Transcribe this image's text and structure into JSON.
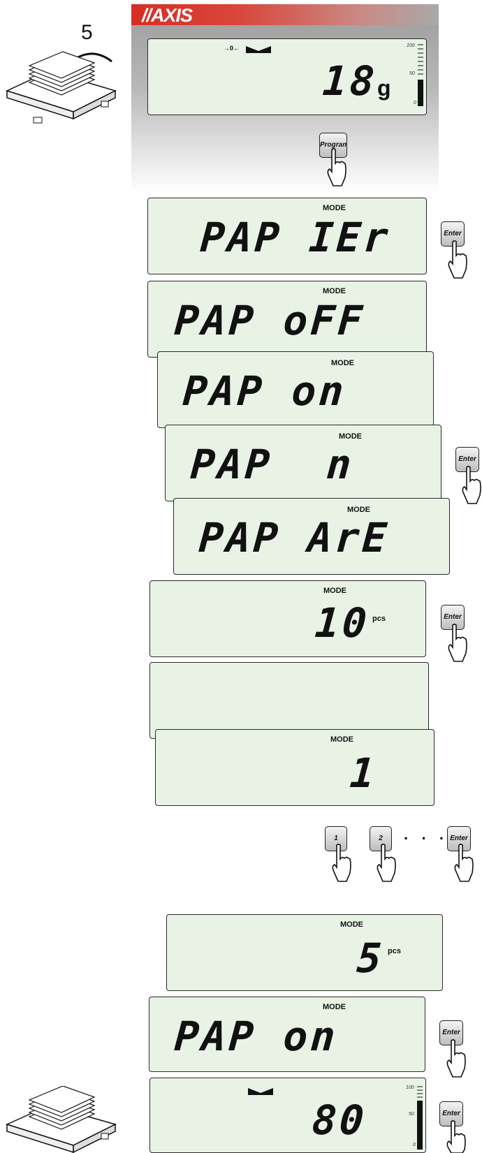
{
  "brand": "//AXIS",
  "step_number": "5",
  "top_display": {
    "zero_symbol": "→0←",
    "value": "18",
    "unit": "g",
    "bar_labels": [
      "100",
      "50",
      "0"
    ]
  },
  "keys": {
    "program": "Program",
    "enter": "Enter",
    "one": "1",
    "two": "2",
    "dots": "· · ·"
  },
  "displays": [
    {
      "mode": "MODE",
      "text": "PAP IEr"
    },
    {
      "mode": "MODE",
      "text": "PAP oFF"
    },
    {
      "mode": "MODE",
      "text": "PAP on"
    },
    {
      "mode": "MODE",
      "text": "PAP  n"
    },
    {
      "mode": "MODE",
      "text": "PAP ArE"
    },
    {
      "mode": "MODE",
      "text": "10",
      "unit": "pcs"
    },
    {
      "mode": "",
      "text": "_"
    },
    {
      "mode": "MODE",
      "text": "1"
    },
    {
      "mode": "MODE",
      "text": "5",
      "unit": "pcs"
    },
    {
      "mode": "MODE",
      "text": "PAP on"
    },
    {
      "mode": "",
      "text": "80",
      "bar_labels": [
        "100",
        "50",
        "0"
      ]
    }
  ]
}
